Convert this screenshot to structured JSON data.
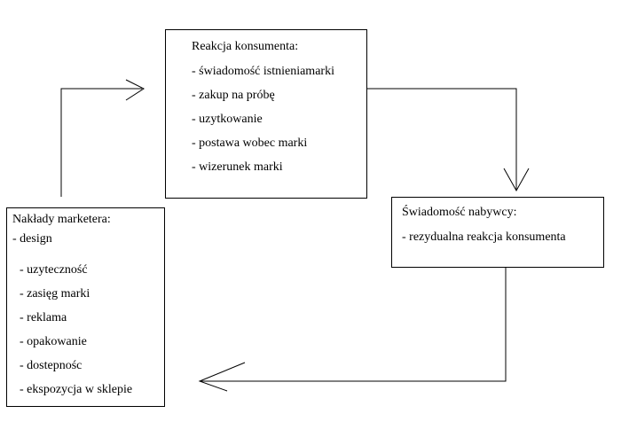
{
  "consumer_reaction": {
    "title": "Reakcja konsumenta:",
    "items": [
      "- świadomość istnieniamarki",
      "- zakup na próbę",
      "- uzytkowanie",
      "- postawa wobec marki",
      "- wizerunek marki"
    ]
  },
  "buyer_awareness": {
    "title": "Świadomość nabywcy:",
    "items": [
      "- rezydualna reakcja konsumenta"
    ]
  },
  "marketer_input": {
    "title": "Nakłady marketera:",
    "items": [
      "- design",
      "- uzyteczność",
      "- zasięg marki",
      "- reklama",
      "- opakowanie",
      "- dostepnośc",
      "- ekspozycja w sklepie"
    ]
  }
}
